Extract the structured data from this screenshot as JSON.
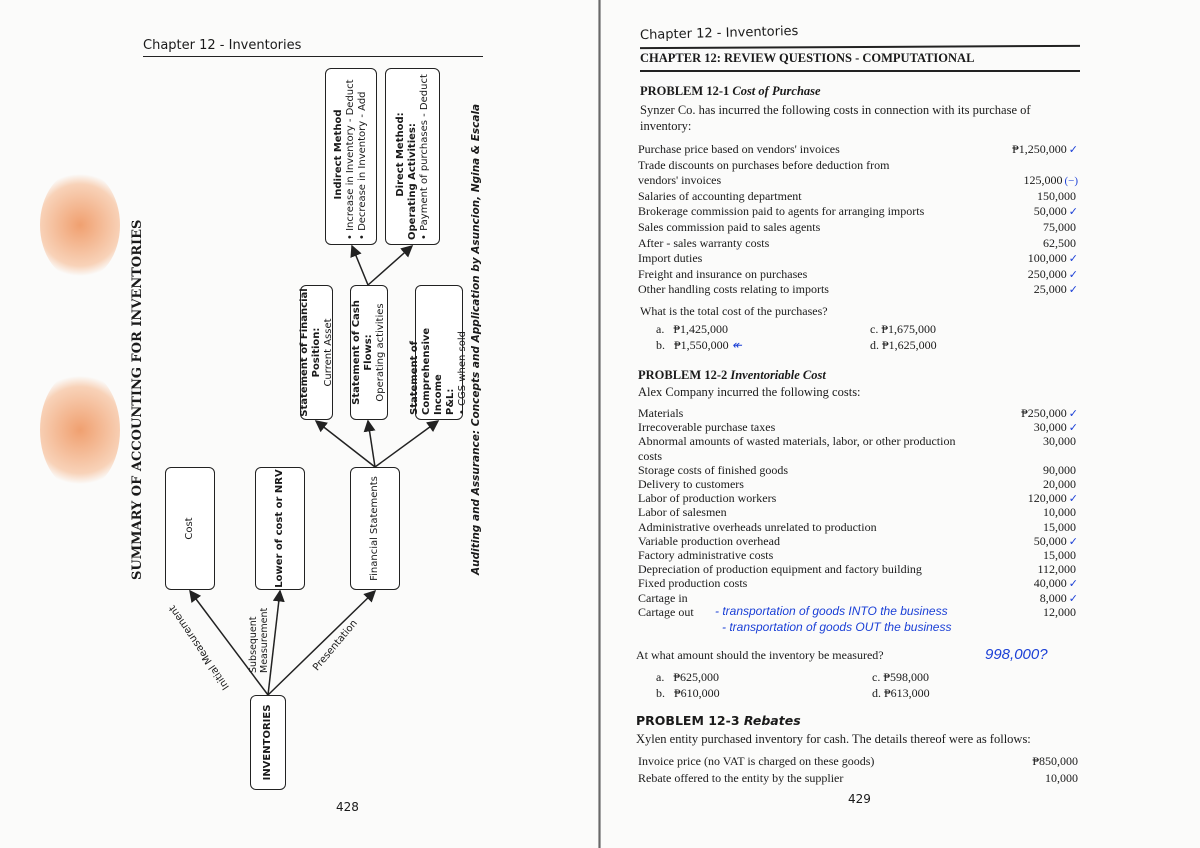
{
  "left_page": {
    "header": "Chapter 12 - Inventories",
    "title": "SUMMARY OF ACCOUNTING FOR INVENTORIES",
    "page_number": "428",
    "footer": "Auditing and Assurance: Concepts and Application by Asuncion, Ngina & Escala",
    "diagram": {
      "root": "INVENTORIES",
      "edges": {
        "initial": "Initial Measurement",
        "subsequent_1": "Subsequent",
        "subsequent_2": "Measurement",
        "presentation": "Presentation"
      },
      "cost": "Cost",
      "lcnrv": "Lower of cost or NRV",
      "fs": "Financial Statements",
      "sfp": {
        "title": "Statement of Financial Position:",
        "sub": "Current Asset"
      },
      "scf": {
        "title": "Statement of Cash Flows:",
        "sub": "Operating activities"
      },
      "sci": {
        "title": "Statement of Comprehensive Income",
        "sub": "P&L:",
        "bullet": "CGS when sold"
      },
      "indirect": {
        "title": "Indirect Method",
        "b1": "Increase in Inventory - Deduct",
        "b2": "Decrease in Inventory - Add"
      },
      "direct": {
        "title": "Direct Method:",
        "sub": "Operating Activities:",
        "b1": "Payment of purchases - Deduct"
      }
    }
  },
  "right_page": {
    "header": "Chapter 12 - Inventories",
    "section_title": "CHAPTER 12: REVIEW QUESTIONS - COMPUTATIONAL",
    "page_number": "429",
    "p1": {
      "title": "PROBLEM 12-1",
      "subtitle": "Cost of Purchase",
      "intro": "Synzer Co. has incurred the following costs in connection with its purchase of inventory:",
      "items": [
        {
          "label": "Purchase price based on vendors' invoices",
          "value": "₱1,250,000",
          "mark": "✓"
        },
        {
          "label": "Trade discounts on purchases before deduction from",
          "value": "",
          "mark": ""
        },
        {
          "label": " vendors' invoices",
          "value": "125,000",
          "mark": "(−)"
        },
        {
          "label": "Salaries of accounting department",
          "value": "150,000",
          "mark": ""
        },
        {
          "label": "Brokerage commission paid to agents for arranging imports",
          "value": "50,000",
          "mark": "✓"
        },
        {
          "label": "Sales commission paid to sales agents",
          "value": "75,000",
          "mark": ""
        },
        {
          "label": "After - sales warranty costs",
          "value": "62,500",
          "mark": ""
        },
        {
          "label": "Import duties",
          "value": "100,000",
          "mark": "✓"
        },
        {
          "label": "Freight and insurance on purchases",
          "value": "250,000",
          "mark": "✓"
        },
        {
          "label": "Other handling costs relating to imports",
          "value": "25,000",
          "mark": "✓"
        }
      ],
      "question": "What is the total cost of the purchases?",
      "choices": {
        "a": "a.   ₱1,425,000",
        "b": "b.   ₱1,550,000",
        "c": "c. ₱1,675,000",
        "d": "d. ₱1,625,000"
      },
      "answer_mark": "↞"
    },
    "p2": {
      "title": "PROBLEM 12-2",
      "subtitle": "Inventoriable Cost",
      "intro": "Alex Company incurred the following costs:",
      "items": [
        {
          "label": "Materials",
          "value": "₱250,000",
          "mark": "✓"
        },
        {
          "label": "Irrecoverable purchase taxes",
          "value": "30,000",
          "mark": "✓"
        },
        {
          "label": "Abnormal amounts of wasted materials, labor, or other production",
          "value": "30,000",
          "mark": ""
        },
        {
          "label": "costs",
          "value": "",
          "mark": ""
        },
        {
          "label": "Storage costs of finished goods",
          "value": "90,000",
          "mark": ""
        },
        {
          "label": "Delivery to customers",
          "value": "20,000",
          "mark": ""
        },
        {
          "label": "Labor of production workers",
          "value": "120,000",
          "mark": "✓"
        },
        {
          "label": "Labor of salesmen",
          "value": "10,000",
          "mark": ""
        },
        {
          "label": "Administrative overheads unrelated to production",
          "value": "15,000",
          "mark": ""
        },
        {
          "label": "Variable production overhead",
          "value": "50,000",
          "mark": "✓"
        },
        {
          "label": "Factory administrative costs",
          "value": "15,000",
          "mark": ""
        },
        {
          "label": "Depreciation of production equipment and factory building",
          "value": "112,000",
          "mark": ""
        },
        {
          "label": "Fixed production costs",
          "value": "40,000",
          "mark": "✓"
        },
        {
          "label": "Cartage in",
          "value": "8,000",
          "mark": "✓"
        },
        {
          "label": "Cartage out",
          "value": "12,000",
          "mark": ""
        }
      ],
      "note_in": "- transportation of goods INTO the business",
      "note_out": "- transportation of goods OUT the business",
      "question": "At what amount should the inventory be measured?",
      "handwritten_answer": "998,000?",
      "choices": {
        "a": "a.   ₱625,000",
        "b": "b.   ₱610,000",
        "c": "c. ₱598,000",
        "d": "d. ₱613,000"
      }
    },
    "p3": {
      "title": "PROBLEM 12-3",
      "subtitle": "Rebates",
      "intro": "Xylen entity purchased inventory for cash. The details thereof were as follows:",
      "items": [
        {
          "label": "Invoice price (no VAT is charged on these goods)",
          "value": "₱850,000"
        },
        {
          "label": "Rebate offered to the entity by the supplier",
          "value": "10,000"
        }
      ]
    }
  }
}
